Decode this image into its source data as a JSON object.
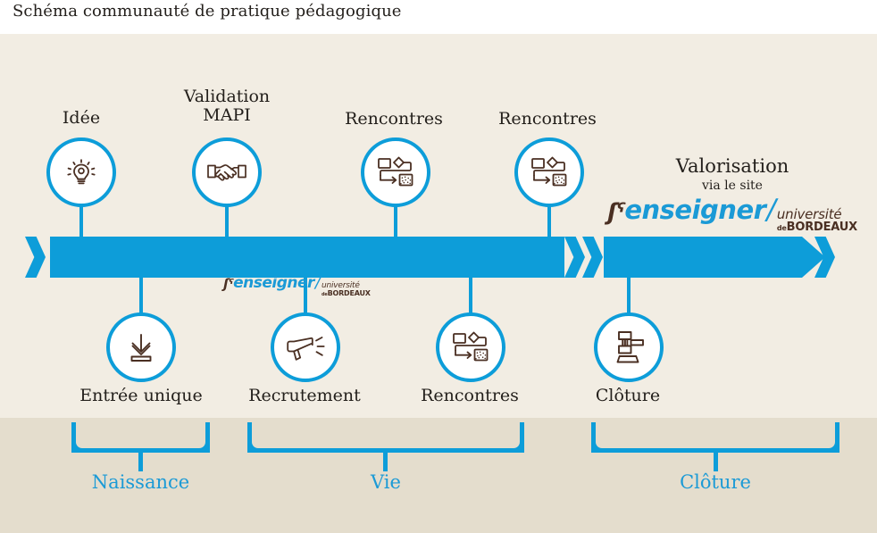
{
  "page": {
    "title": "Schéma communauté de pratique pédagogique"
  },
  "colors": {
    "accent_blue": "#0d9dd9",
    "logo_blue": "#1b9ad6",
    "icon_brown": "#4a2f22",
    "bg_top": "#f2ede3",
    "bg_bottom": "#e4ddcd",
    "text_dark": "#231f1b"
  },
  "timeline": {
    "nodes_above": [
      {
        "label": "Idée",
        "icon": "lightbulb-icon"
      },
      {
        "label": "Validation\nMAPI",
        "label_line1": "Validation",
        "label_line2": "MAPI",
        "icon": "handshake-icon"
      },
      {
        "label": "Rencontres",
        "icon": "workflow-icon"
      },
      {
        "label": "Rencontres",
        "icon": "workflow-icon"
      }
    ],
    "nodes_below": [
      {
        "label": "Entrée unique",
        "icon": "download-icon"
      },
      {
        "label": "Recrutement",
        "icon": "megaphone-icon"
      },
      {
        "label": "Rencontres",
        "icon": "workflow-icon"
      },
      {
        "label": "Clôture",
        "icon": "gavel-icon"
      }
    ]
  },
  "valorisation": {
    "title": "Valorisation",
    "subtitle": "via le site"
  },
  "logo": {
    "mark": "ʃˤ",
    "enseigner": "enseigner",
    "slash": "/",
    "universite": "université",
    "de": "de",
    "bordeaux": "BORDEAUX"
  },
  "phases": [
    {
      "label": "Naissance"
    },
    {
      "label": "Vie"
    },
    {
      "label": "Clôture"
    }
  ]
}
